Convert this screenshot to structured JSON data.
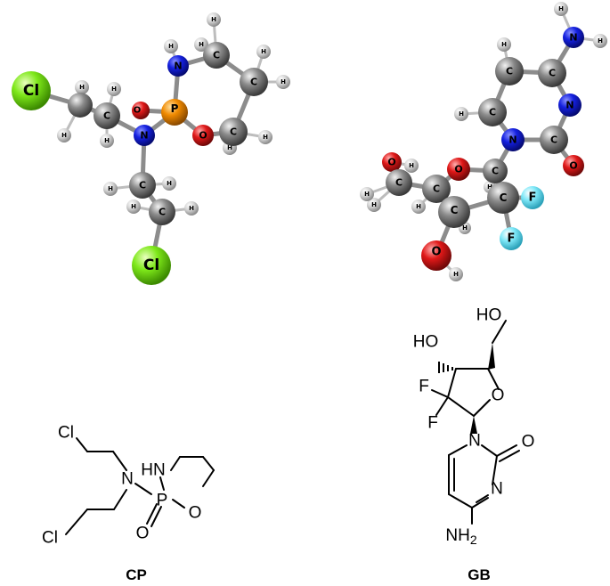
{
  "colors": {
    "carbon": "#7a7a7a",
    "hydrogen": "#d8d8d8",
    "nitrogen": "#1420e0",
    "oxygen": "#e01818",
    "phosphorus": "#f08a00",
    "chlorine": "#7ee81a",
    "fluorine": "#7ee8f8",
    "ink": "#000000"
  },
  "atom_symbols": {
    "C": "C",
    "H": "H",
    "N": "N",
    "O": "O",
    "P": "P",
    "Cl": "Cl",
    "F": "F"
  },
  "cp_skeletal": {
    "cl_top": "Cl",
    "cl_bottom": "Cl",
    "n_amine": "N",
    "hn": "HN",
    "p": "P",
    "o_ring": "O",
    "o_oxo": "O"
  },
  "gb_skeletal": {
    "ho_top": "HO",
    "ho_left": "HO",
    "f_top": "F",
    "f_bottom": "F",
    "o_ring": "O",
    "n1": "N",
    "o_carbonyl": "O",
    "n3": "N",
    "nh2": "NH",
    "nh2_sub": "2"
  },
  "captions": {
    "cp": "CP",
    "gb": "GB"
  }
}
